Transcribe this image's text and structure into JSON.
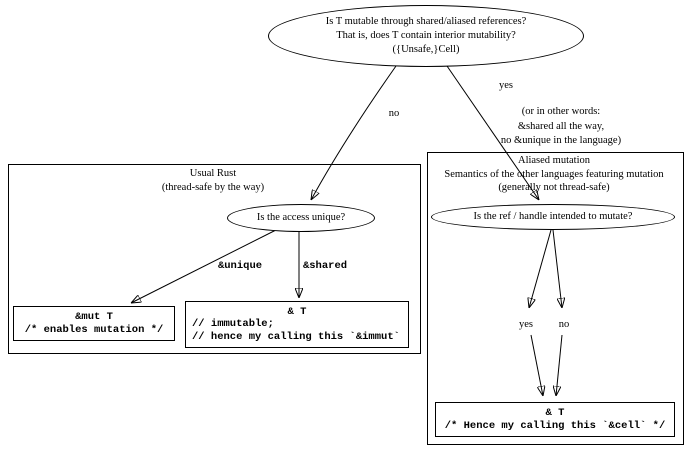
{
  "root": {
    "line1": "Is T mutable through shared/aliased references?",
    "line2": "That is, does T contain interior mutability?",
    "line3": "({Unsafe,}Cell)"
  },
  "edge_labels": {
    "no": "no",
    "yes": "yes",
    "yes_note_line1": "(or in other words:",
    "yes_note_line2": "&shared all the way,",
    "yes_note_line3": "no &unique in the language)",
    "unique": "&unique",
    "shared": "&shared",
    "intent_yes": "yes",
    "intent_no": "no"
  },
  "left_cluster": {
    "title_line1": "Usual Rust",
    "title_line2": "(thread-safe by the way)",
    "question": "Is the access unique?",
    "mut_box_line1": "&mut T",
    "mut_box_line2": "/* enables mutation */",
    "immut_box_line1": "& T",
    "immut_box_line2": "// immutable;",
    "immut_box_line3": "// hence my calling this `&immut`"
  },
  "right_cluster": {
    "title_line1": "Aliased mutation",
    "title_line2": "Semantics of the other languages featuring mutation",
    "title_line3": "(generally not thread-safe)",
    "question": "Is the ref / handle intended to mutate?",
    "cell_box_line1": "& T",
    "cell_box_line2": "/* Hence my calling this `&cell` */"
  },
  "colors": {
    "background": "#ffffff",
    "stroke": "#000000",
    "text": "#000000"
  }
}
